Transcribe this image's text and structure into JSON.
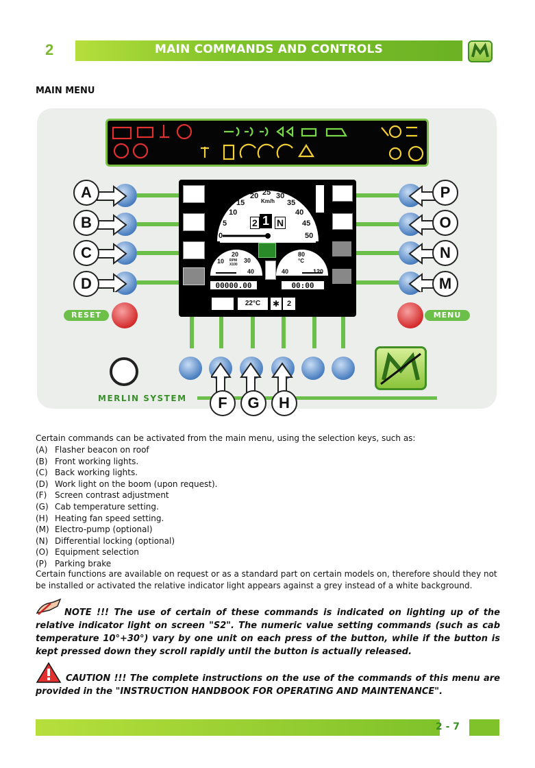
{
  "header": {
    "chapter": "2",
    "title": "MAIN COMMANDS AND CONTROLS"
  },
  "section_title": "MAIN MENU",
  "panel": {
    "left_labels": [
      "A",
      "B",
      "C",
      "D"
    ],
    "right_labels": [
      "P",
      "O",
      "N",
      "M"
    ],
    "bottom_labels": [
      "F",
      "G",
      "H"
    ],
    "reset_label": "RESET",
    "menu_label": "MENU",
    "system_label": "MERLIN SYSTEM",
    "screen": {
      "speed_ticks": [
        "0",
        "5",
        "10",
        "15",
        "20",
        "25",
        "30",
        "35",
        "40",
        "45",
        "50"
      ],
      "speed_unit": "Km/h",
      "gear_left": "2",
      "gear": "1",
      "gear_right": "N",
      "rpm_ticks": [
        "10",
        "20",
        "30",
        "40"
      ],
      "rpm_unit": "RPM X100",
      "temp_ticks": [
        "40",
        "80",
        "120"
      ],
      "temp_unit": "°C",
      "hours": "00000.00",
      "clock": "00:00",
      "cab_temp": "22°C",
      "fan_speed": "2"
    }
  },
  "intro": "Certain commands can be activated from the main menu, using the selection keys, such as:",
  "items": [
    {
      "key": "(A)",
      "text": "Flasher beacon on roof"
    },
    {
      "key": "(B)",
      "text": "Front working lights."
    },
    {
      "key": "(C)",
      "text": "Back working lights."
    },
    {
      "key": "(D)",
      "text": "Work light on the boom (upon request)."
    },
    {
      "key": "(F)",
      "text": "Screen contrast adjustment"
    },
    {
      "key": "(G)",
      "text": "Cab temperature setting."
    },
    {
      "key": "(H)",
      "text": "Heating fan speed setting."
    },
    {
      "key": "(M)",
      "text": "Electro-pump (optional)"
    },
    {
      "key": "(N)",
      "text": "Differential locking (optional)"
    },
    {
      "key": "(O)",
      "text": "Equipment selection"
    },
    {
      "key": "(P)",
      "text": "Parking brake"
    }
  ],
  "para1": "Certain functions are available on request or as a standard part on certain models on, therefore should they not be installed or activated the relative indicator light appears against a grey instead of a white background.",
  "note": "NOTE !!! The use of certain of these commands is indicated on lighting up of the relative indicator light on screen \"S2\". The numeric value setting commands (such as cab temperature 10°+30°) vary by one unit on each press of the button, while if the button is kept pressed down they scroll rapidly until the button is actually released.",
  "caution": "CAUTION !!! The complete instructions on the use of the commands of this menu are provided in the \"INSTRUCTION HANDBOOK FOR OPERATING AND MAINTENANCE\".",
  "footer": {
    "page": "2 - 7"
  },
  "colors": {
    "accent_green": "#7cb82f",
    "button_blue": "#4a7fc0",
    "button_red": "#d42d2d",
    "warning_red": "#e23030"
  }
}
